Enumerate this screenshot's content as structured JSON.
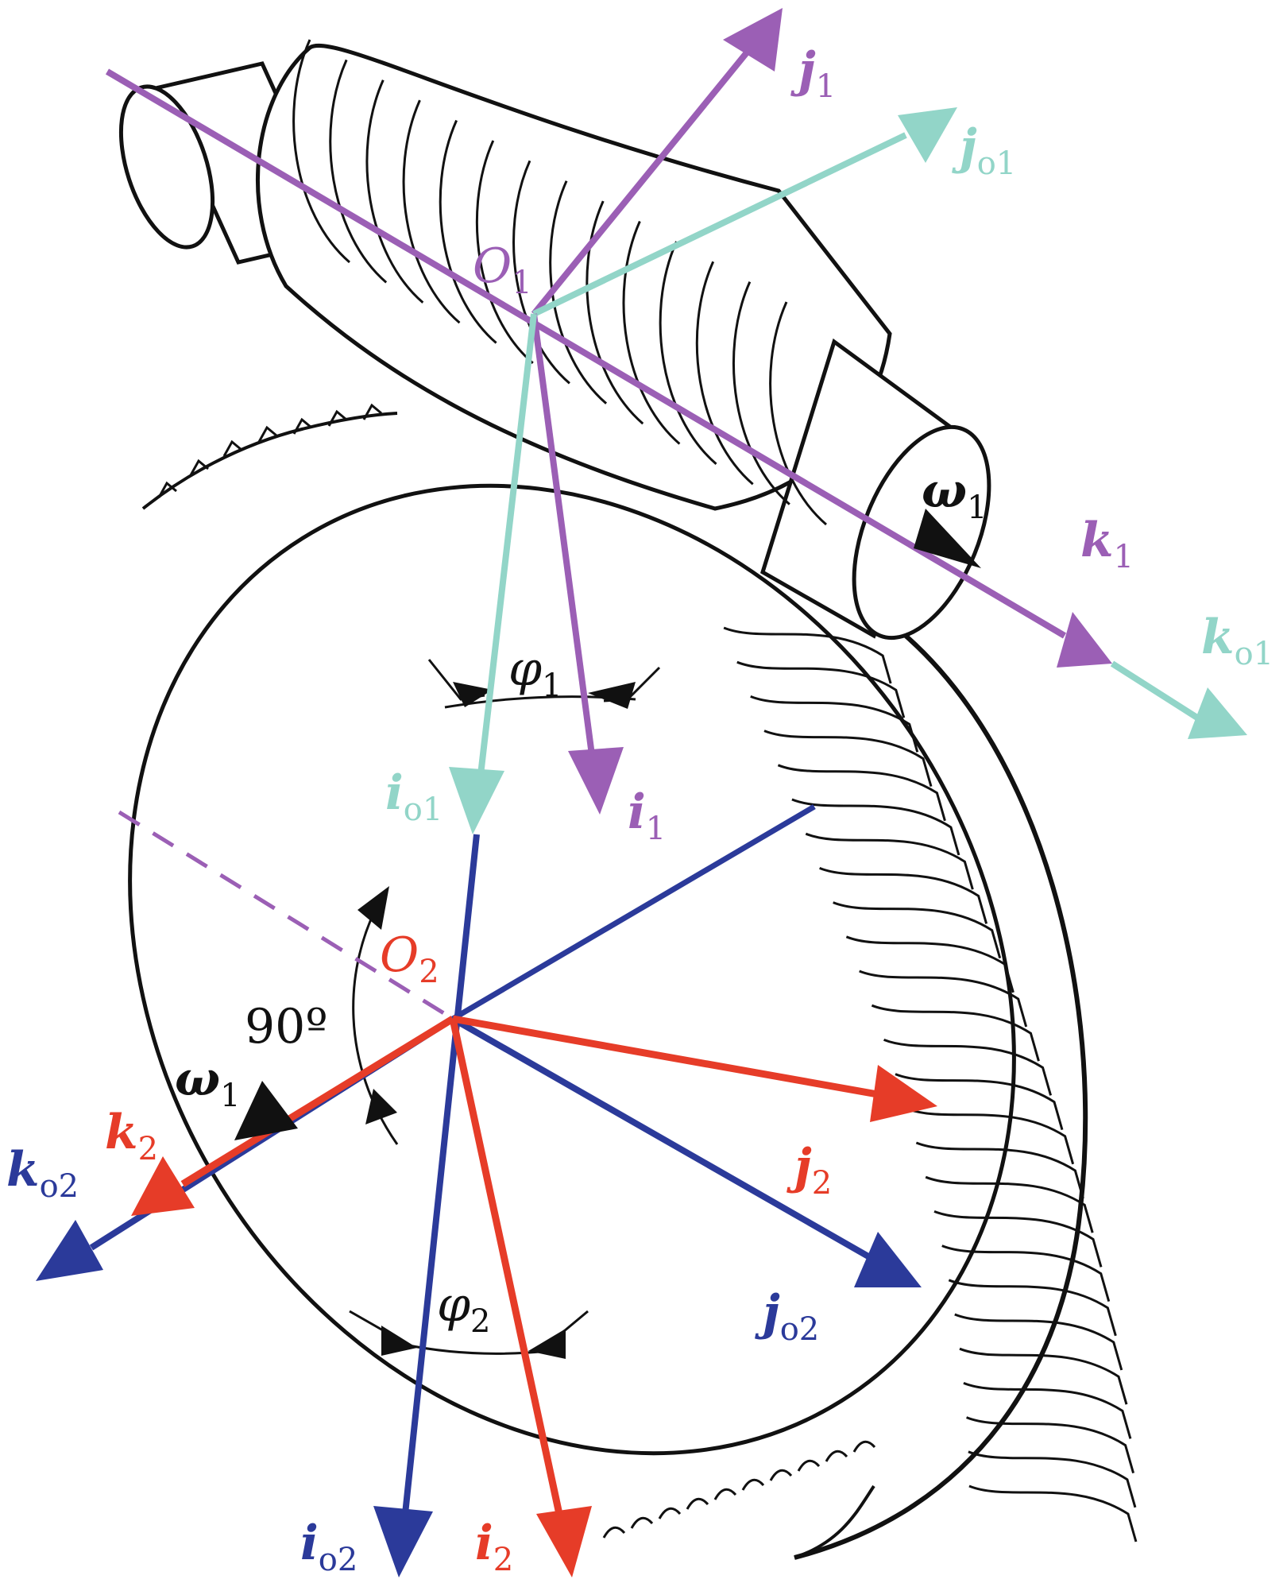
{
  "colors": {
    "frame1": "#9b5fb5",
    "frame_o1": "#92d5c8",
    "frame2": "#e63c28",
    "frame_o2": "#2b3a9a",
    "outline": "#111111"
  },
  "labels": {
    "O1": {
      "base": "O",
      "sub": "1"
    },
    "O2": {
      "base": "O",
      "sub": "2"
    },
    "j1": {
      "base": "j",
      "sub": "1"
    },
    "jo1": {
      "base": "j",
      "sub": "o1"
    },
    "k1": {
      "base": "k",
      "sub": "1"
    },
    "ko1": {
      "base": "k",
      "sub": "o1"
    },
    "i1": {
      "base": "i",
      "sub": "1"
    },
    "io1": {
      "base": "i",
      "sub": "o1"
    },
    "omega1_top": {
      "base": "ω",
      "sub": "1"
    },
    "omega1_bottom": {
      "base": "ω",
      "sub": "1"
    },
    "phi1": {
      "base": "φ",
      "sub": "1"
    },
    "phi2": {
      "base": "φ",
      "sub": "2"
    },
    "k2": {
      "base": "k",
      "sub": "2"
    },
    "ko2": {
      "base": "k",
      "sub": "o2"
    },
    "j2": {
      "base": "j",
      "sub": "2"
    },
    "jo2": {
      "base": "j",
      "sub": "o2"
    },
    "i2": {
      "base": "i",
      "sub": "2"
    },
    "io2": {
      "base": "i",
      "sub": "o2"
    },
    "angle90": "90º"
  }
}
